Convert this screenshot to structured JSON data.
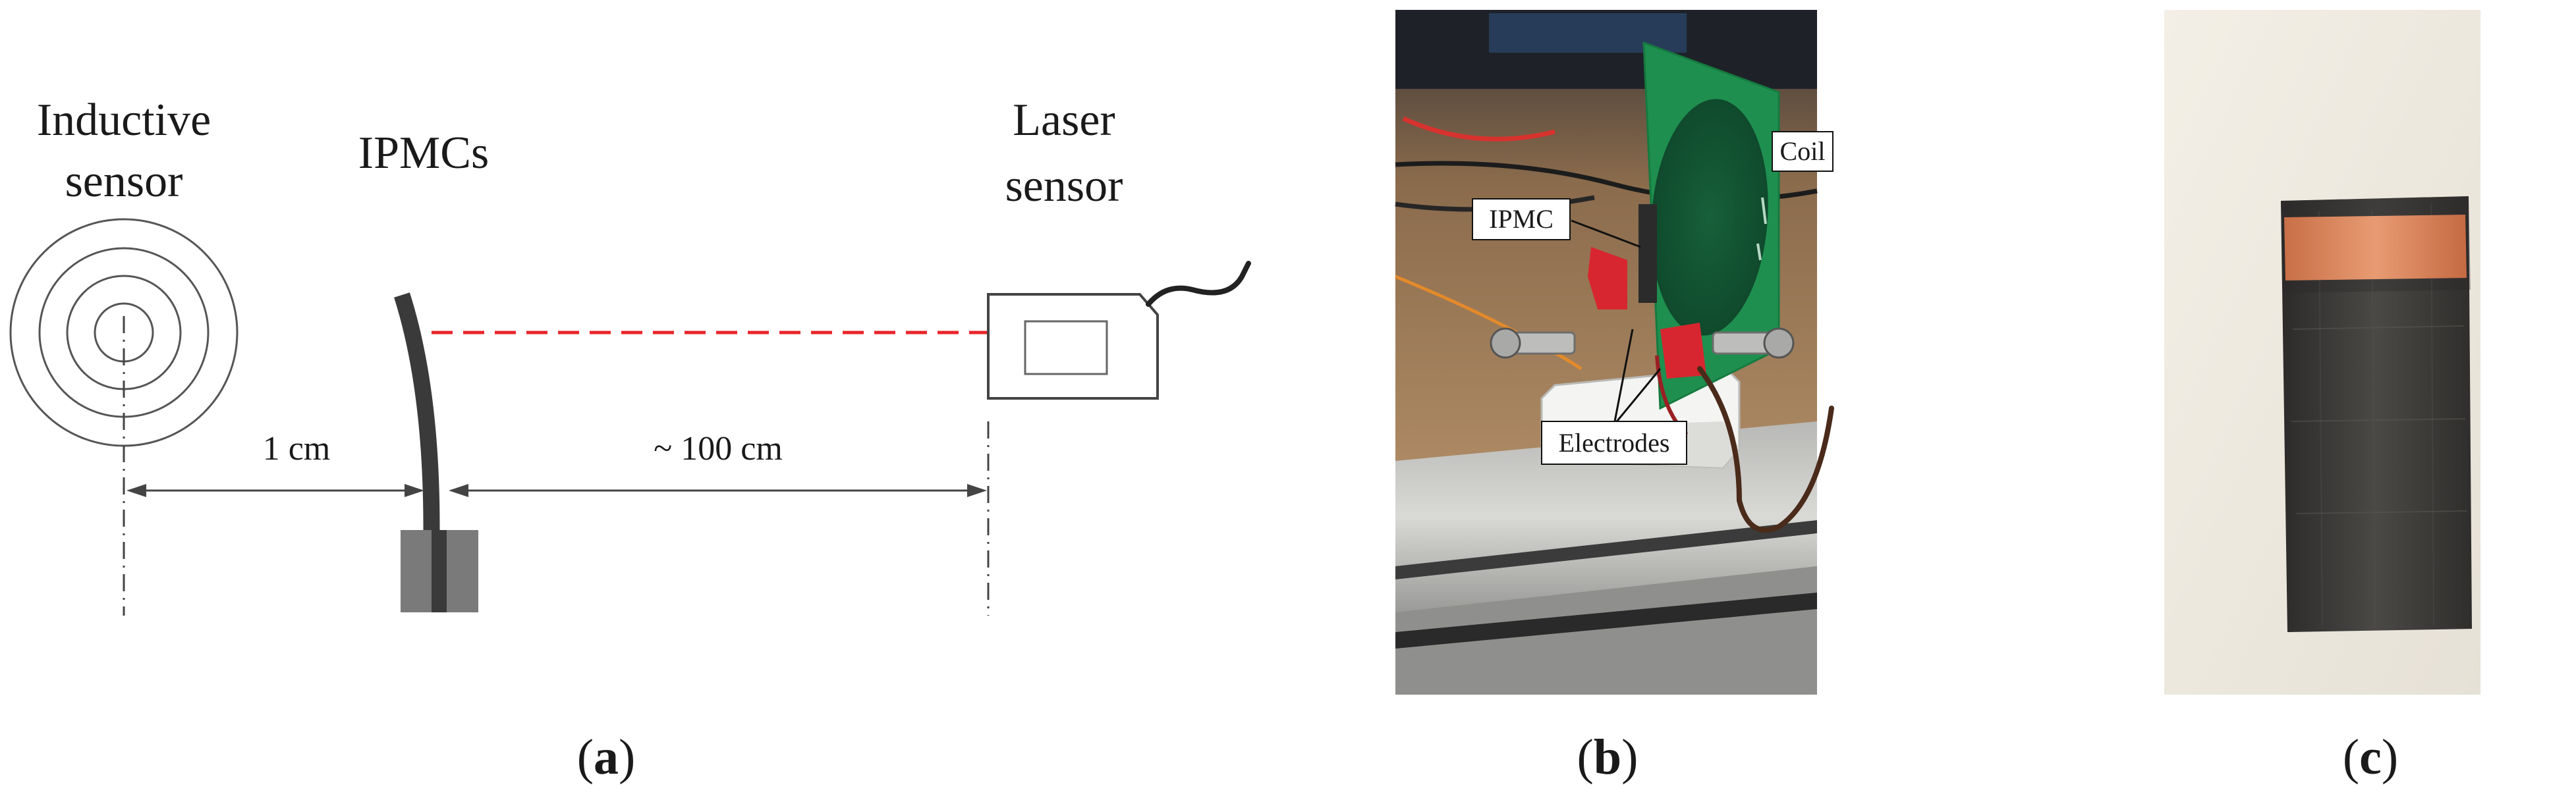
{
  "panel_a": {
    "inductive_sensor_line1": "Inductive",
    "inductive_sensor_line2": "sensor",
    "ipmc_label": "IPMCs",
    "laser_sensor_line1": "Laser",
    "laser_sensor_line2": "sensor",
    "distance_1": "1 cm",
    "distance_2": "~ 100 cm",
    "caption_open": "(",
    "caption_letter": "a",
    "caption_close": ")"
  },
  "panel_b": {
    "coil_label": "Coil",
    "ipmc_label": "IPMC",
    "electrodes_label": "Electrodes",
    "caption_open": "(",
    "caption_letter": "b",
    "caption_close": ")"
  },
  "panel_c": {
    "caption_open": "(",
    "caption_letter": "c",
    "caption_close": ")"
  },
  "colors": {
    "laser_beam": "#e8242a",
    "ipmc_strip": "#3a3a3a",
    "clamp": "#777777",
    "pcb_green": "#1e8f4e",
    "electrode_red": "#d7262f",
    "copper": "#d77e55"
  }
}
